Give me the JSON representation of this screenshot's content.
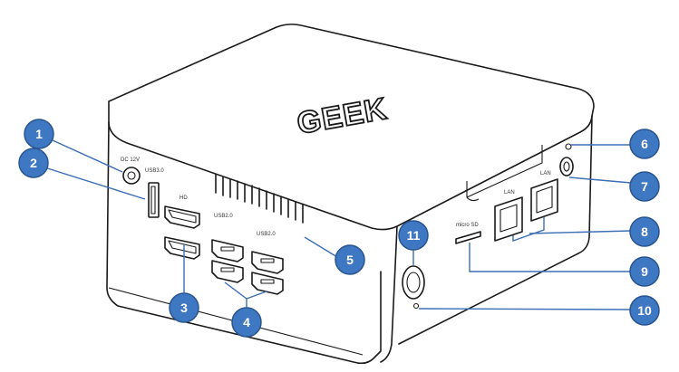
{
  "brand": {
    "logo_text": "GEEK"
  },
  "port_labels": {
    "dc_in": "DC 12V",
    "usb30_a": "USB3.0",
    "hdmi": "HD",
    "usb20_top": "USB2.0",
    "usb20_right": "USB2.0",
    "micro_sd": "micro SD",
    "lan_left": "LAN",
    "lan_right": "LAN"
  },
  "callouts": [
    {
      "number": "1"
    },
    {
      "number": "2"
    },
    {
      "number": "3"
    },
    {
      "number": "4"
    },
    {
      "number": "5"
    },
    {
      "number": "6"
    },
    {
      "number": "7"
    },
    {
      "number": "8"
    },
    {
      "number": "9"
    },
    {
      "number": "10"
    },
    {
      "number": "11"
    }
  ],
  "colors": {
    "badge_fill": "#3f78c2",
    "leader_line": "#3c6fb6",
    "outline": "#1a1a1a"
  }
}
